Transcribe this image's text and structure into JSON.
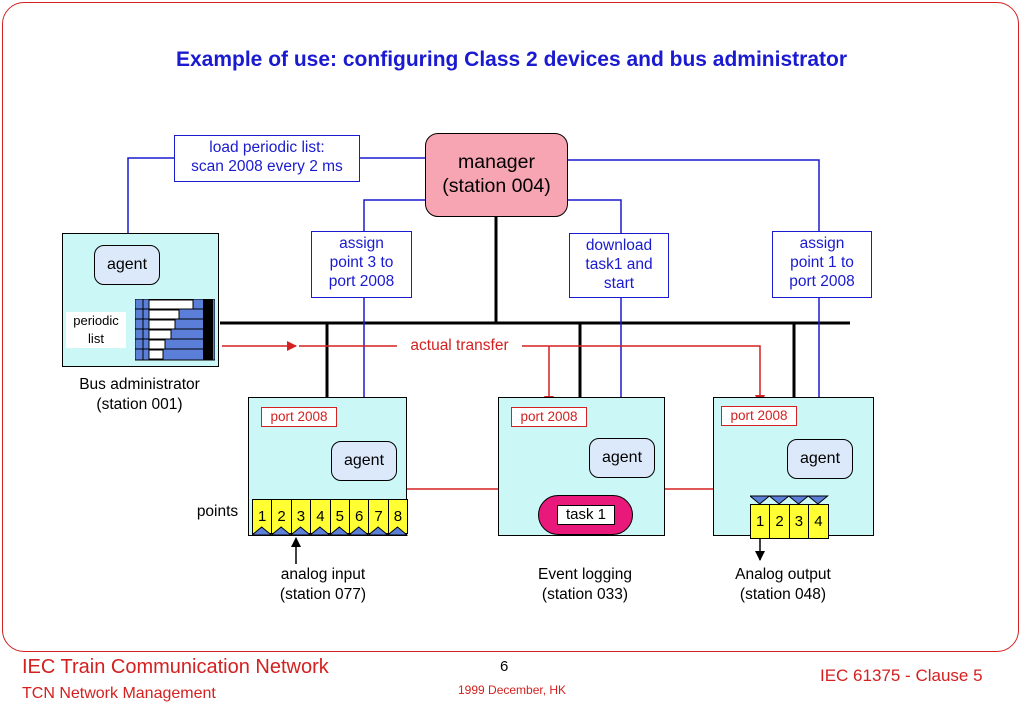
{
  "title": "Example of use: configuring Class 2 devices and bus administrator",
  "manager": "manager\n(station 004)",
  "commands": {
    "load": "load periodic list:\nscan 2008 every 2 ms",
    "assign3": "assign\npoint 3 to\nport 2008",
    "download": "download\ntask1 and\nstart",
    "assign1": "assign\npoint 1 to\nport 2008"
  },
  "agent_label": "agent",
  "periodic_list": "periodic\nlist",
  "port_label": "port 2008",
  "actual_transfer": "actual transfer",
  "points_label": "points",
  "input_points": [
    "1",
    "2",
    "3",
    "4",
    "5",
    "6",
    "7",
    "8"
  ],
  "output_points": [
    "1",
    "2",
    "3",
    "4"
  ],
  "task_label": "task 1",
  "stations": {
    "bus_admin": "Bus administrator\n(station 001)",
    "analog_input": "analog input\n(station 077)",
    "event_logging": "Event logging\n(station 033)",
    "analog_output": "Analog output\n(station 048)"
  },
  "footer": {
    "left_title": "IEC Train Communication Network",
    "left_sub": "TCN Network Management",
    "page": "6",
    "date": "1999 December, HK",
    "right": "IEC 61375 - Clause 5"
  },
  "colors": {
    "blue": "#1a1ad0",
    "red": "#d42020",
    "station_fill": "#ccf7f7",
    "manager_fill": "#f8a5b3",
    "agent_fill": "#dce9fa",
    "point_fill": "#ffff33",
    "task_fill": "#e8197a"
  }
}
